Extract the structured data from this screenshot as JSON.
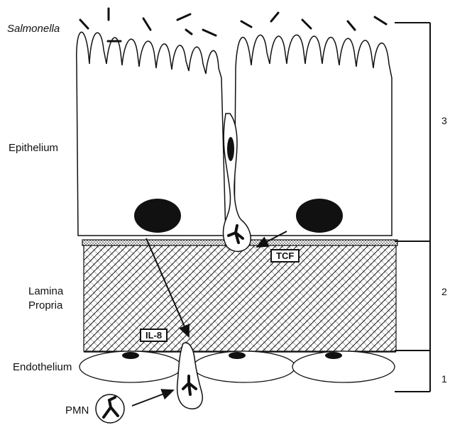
{
  "labels": {
    "salmonella": "Salmonella",
    "epithelium": "Epithelium",
    "lamina_propria_line1": "Lamina",
    "lamina_propria_line2": "Propria",
    "endothelium": "Endothelium",
    "pmn": "PMN",
    "tcf": "TCF",
    "il8": "IL-8"
  },
  "stage_numbers": {
    "step3": "3",
    "step2": "2",
    "step1": "1"
  }
}
